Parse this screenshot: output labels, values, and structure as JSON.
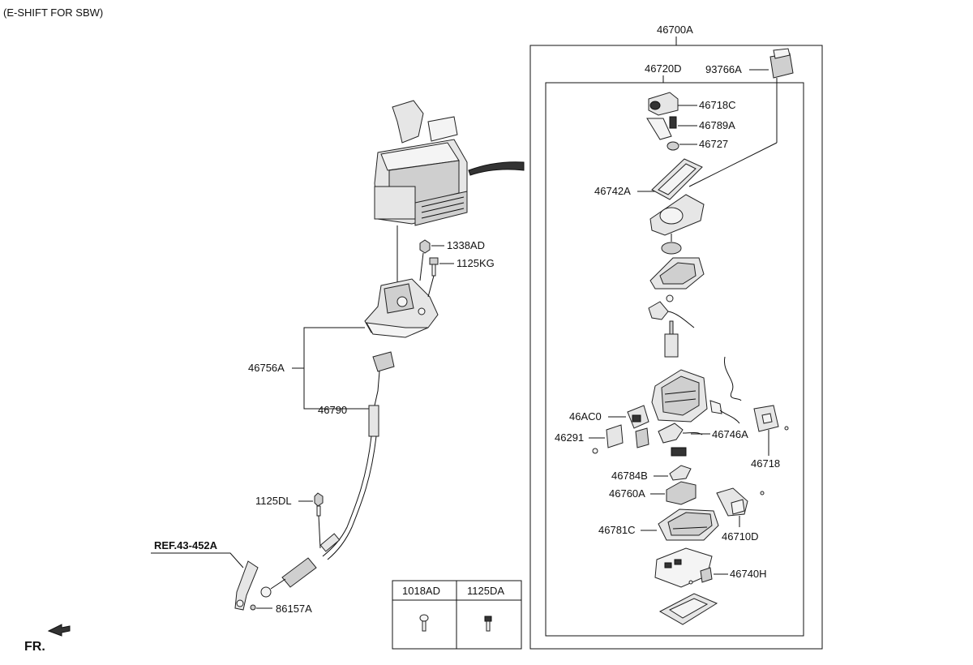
{
  "header": {
    "title": "(E-SHIFT FOR SBW)"
  },
  "assembly": {
    "outer": "46700A",
    "inner": "46720D"
  },
  "parts": {
    "p93766A": "93766A",
    "p46718C": "46718C",
    "p46789A": "46789A",
    "p46727": "46727",
    "p46742A": "46742A",
    "p46AC0": "46AC0",
    "p46291": "46291",
    "p46746A": "46746A",
    "p46718": "46718",
    "p46784B": "46784B",
    "p46760A": "46760A",
    "p46710D": "46710D",
    "p46781C": "46781C",
    "p46740H": "46740H",
    "p1338AD": "1338AD",
    "p1125KG": "1125KG",
    "p46756A": "46756A",
    "p46790": "46790",
    "p1125DL": "1125DL",
    "p86157A": "86157A"
  },
  "reference": {
    "label": "REF.43-452A"
  },
  "direction": {
    "label": "FR."
  },
  "fastener_table": {
    "col1": "1018AD",
    "col2": "1125DA"
  }
}
